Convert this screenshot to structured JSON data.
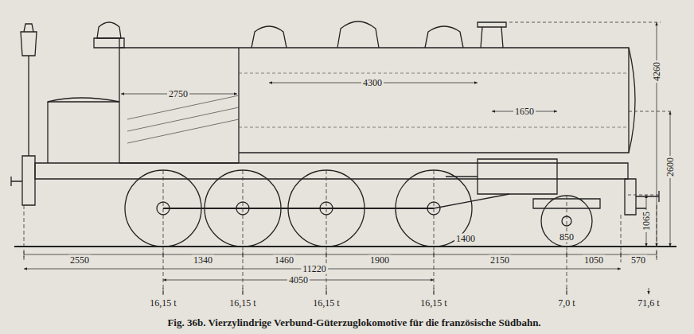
{
  "diagram": {
    "caption": "Fig. 36b. Vierzylindrige Verbund-Güterzuglokomotive für die französische Südbahn.",
    "labels": [
      "2750",
      "4300",
      "1650",
      "4260",
      "2600",
      "1065",
      "1400",
      "850",
      "2550",
      "1340",
      "1460",
      "1900",
      "2150",
      "1050",
      "570",
      "11220",
      "4050",
      "16,15 t",
      "16,15 t",
      "16,15 t",
      "16,15 t",
      "7,0 t",
      "71,6 t"
    ]
  }
}
